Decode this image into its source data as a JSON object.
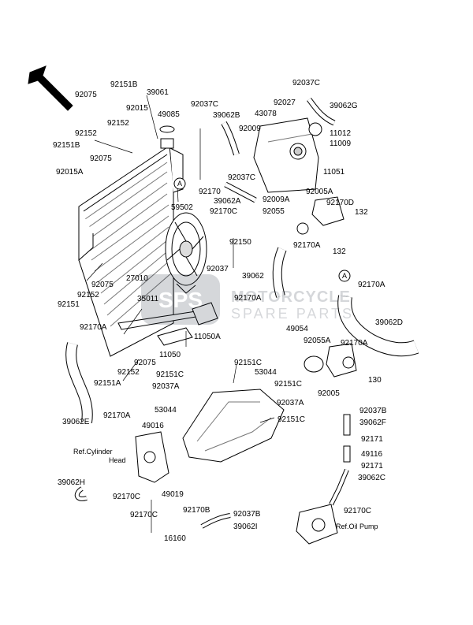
{
  "watermark": {
    "line1": "MOTORCYCLE",
    "line2": "SPARE PARTS",
    "logo_text": "SPS",
    "color": "#1e2a3a"
  },
  "arrow_marker": "A",
  "callouts": {
    "c92151B": "92151B",
    "c39061": "39061",
    "c92075_a": "92075",
    "c92015": "92015",
    "c49085": "49085",
    "c92152_a": "92152",
    "c92152_b": "92152",
    "c92151B_2": "92151B",
    "c92075_b": "92075",
    "c92015A": "92015A",
    "c92037C_a": "92037C",
    "c39062B": "39062B",
    "c92037C_top": "92037C",
    "c92027": "92027",
    "c39062G": "39062G",
    "c43078": "43078",
    "c92009": "92009",
    "c11012": "11012",
    "c11009": "11009",
    "c92037C_b": "92037C",
    "c11051": "11051",
    "c92170_a": "92170",
    "c39062A": "39062A",
    "c92009A": "92009A",
    "c92005A": "92005A",
    "c92170C_a": "92170C",
    "c92055": "92055",
    "c92170D": "92170D",
    "c132_a": "132",
    "c59502": "59502",
    "c92150": "92150",
    "c92170A_a": "92170A",
    "c132_b": "132",
    "c92037": "92037",
    "c27010": "27010",
    "c39062": "39062",
    "c92075_c": "92075",
    "c92152_c": "92152",
    "c92151": "92151",
    "c35011": "35011",
    "c92170A_b": "92170A",
    "c92170A_c": "92170A",
    "c49054": "49054",
    "c39062D": "39062D",
    "c92170A_d": "92170A",
    "c92055A": "92055A",
    "c92170A_e": "92170A",
    "c11050": "11050",
    "c11050A": "11050A",
    "c92075_d": "92075",
    "c92152_d": "92152",
    "c92151A": "92151A",
    "c92151C_a": "92151C",
    "c92151C_b": "92151C",
    "c92037A_a": "92037A",
    "c53044_a": "53044",
    "c92151C_c": "92151C",
    "c92005": "92005",
    "c130": "130",
    "c39062E": "39062E",
    "c92170A_f": "92170A",
    "c92037A_b": "92037A",
    "c53044_b": "53044",
    "c92151C_d": "92151C",
    "c49016": "49016",
    "c92037B_a": "92037B",
    "c39062F": "39062F",
    "c92171_a": "92171",
    "c49116": "49116",
    "c92171_b": "92171",
    "c39062C": "39062C",
    "c39062H": "39062H",
    "c92170C_b": "92170C",
    "c49019": "49019",
    "c92170B": "92170B",
    "c92037B_b": "92037B",
    "c92170C_c": "92170C",
    "c39062I": "39062I",
    "c16160": "16160",
    "c92170C_d": "92170C"
  },
  "references": {
    "cylinder_head_line1": "Ref.Cylinder",
    "cylinder_head_line2": "Head",
    "oil_pump": "Ref.Oil Pump"
  }
}
